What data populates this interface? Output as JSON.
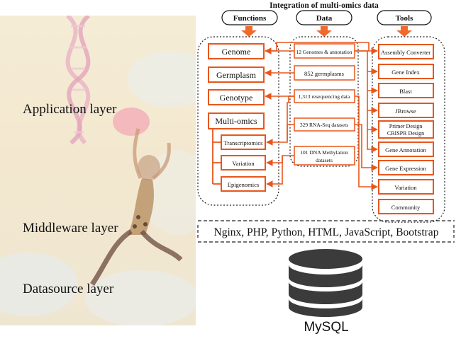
{
  "title": "Integration of multi-omics data",
  "headers": {
    "functions": "Functions",
    "data": "Data",
    "tools": "Tools"
  },
  "layers": {
    "application": "Application layer",
    "middleware": "Middleware layer",
    "datasource": "Datasource layer"
  },
  "functions": {
    "genome": "Genome",
    "germplasm": "Germplasm",
    "genotype": "Genotype",
    "multi_omics": "Multi-omics",
    "transcriptomics": "Transcriptomics",
    "variation": "Variation",
    "epigenomics": "Epigenomics"
  },
  "data": {
    "genomes": "12 Genomes & annotation",
    "germplasms": "852 germplasms",
    "reseq": "1,313 resequencing data",
    "rnaseq": "329 RNA-Seq datasets",
    "methylation_1": "101 DNA Methylation",
    "methylation_2": "datasets"
  },
  "tools": {
    "assembly_converter": "Assembly Converter",
    "gene_index": "Gene Index",
    "blast": "Blast",
    "jbrowse": "JBrowse",
    "primer_design": "Primer Design",
    "crispr_design": "CRISPR Design",
    "gene_annotation": "Gene Annotation",
    "gene_expression": "Gene Expression",
    "variation": "Variation",
    "community": "Community"
  },
  "tech_stack": "Nginx, PHP, Python, HTML, JavaScript, Bootstrap",
  "database": "MySQL",
  "colors": {
    "accent": "#e8561c",
    "database": "#3b3b3b"
  }
}
